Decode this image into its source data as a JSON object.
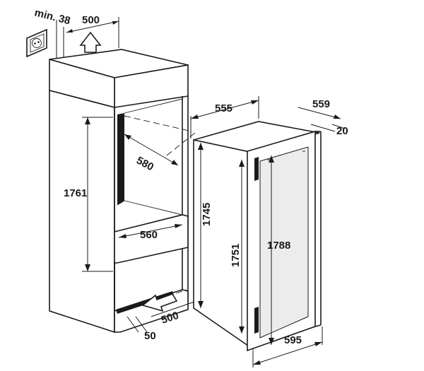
{
  "dimensions": {
    "min_gap": "min. 38",
    "vent_top_width": "500",
    "niche_depth": "580",
    "niche_height": "1761",
    "niche_width": "560",
    "vent_bottom_width": "500",
    "vent_bottom_height": "50",
    "appliance_depth": "555",
    "appliance_depth_with_door": "559",
    "door_thickness": "20",
    "appliance_height_body": "1745",
    "appliance_height_inner": "1751",
    "appliance_height_total": "1788",
    "appliance_width": "595"
  },
  "icons": {
    "socket": "power-socket-icon",
    "vent_arrow_up": "ventilation-up-arrow-icon",
    "vent_arrow_in": "ventilation-in-arrow-icon"
  }
}
